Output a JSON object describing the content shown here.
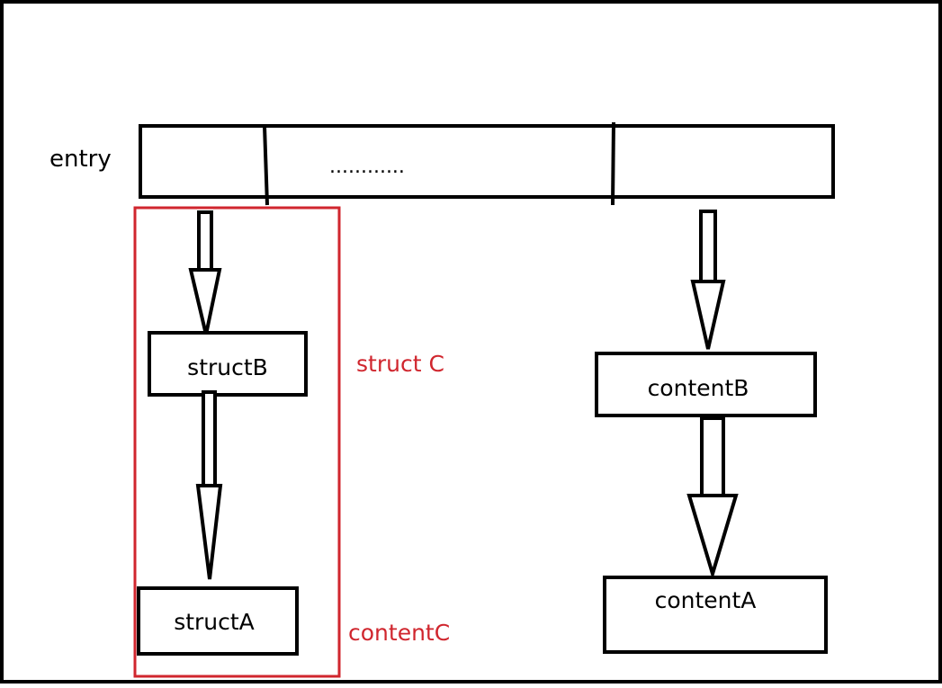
{
  "diagram": {
    "entry_label": "entry",
    "entry_ellipsis": "............",
    "struct_b": "structB",
    "struct_a": "structA",
    "content_b": "contentB",
    "content_a": "contentA",
    "struct_c_label": "struct C",
    "content_c_label": "contentC"
  },
  "colors": {
    "ink": "#000000",
    "highlight": "#d0262e",
    "background": "#ffffff"
  }
}
